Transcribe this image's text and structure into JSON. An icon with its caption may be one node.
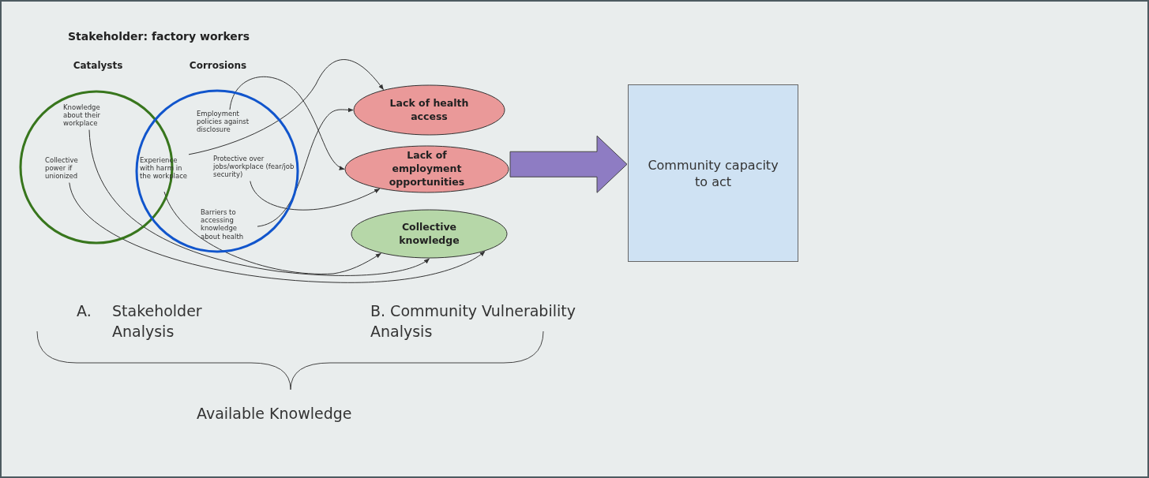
{
  "diagram": {
    "title": "Stakeholder: factory workers",
    "nodes": [
      {
        "text": [
          "Catalysts"
        ]
      },
      {
        "text": [
          "Corrosions"
        ]
      },
      {
        "text": [
          "Knowledge about their workplace"
        ],
        "in": 0
      },
      {
        "text": [
          "Collective power if unionized"
        ],
        "in": 0
      },
      {
        "text": [
          "Experience with harm in the workplace"
        ],
        "in": 1
      },
      {
        "text": [
          "Employment policies against disclosure"
        ],
        "in": 1
      },
      {
        "text": [
          "Protective over jobs/workplace (fear/job security)"
        ],
        "in": 1
      },
      {
        "text": [
          "Barriers to accessing knowledge about health"
        ],
        "in": 1
      },
      {
        "text": [
          "Lack of health access"
        ]
      },
      {
        "text": [
          "Lack of employment opportunities"
        ]
      },
      {
        "text": [
          "Collective knowledge"
        ]
      },
      {
        "text": [
          "Community capacity to act"
        ]
      }
    ],
    "edges": [
      {
        "from": 5,
        "to": 9,
        "arrow": "to"
      },
      {
        "from": 4,
        "to": 8,
        "arrow": "to"
      },
      {
        "from": 6,
        "to": 9,
        "arrow": "to"
      },
      {
        "from": 7,
        "to": 8,
        "arrow": "to"
      },
      {
        "from": 2,
        "to": 10,
        "arrow": "to"
      },
      {
        "from": 3,
        "to": 10,
        "arrow": "to"
      },
      {
        "from": 4,
        "to": 10,
        "arrow": "to"
      },
      {
        "from": 9,
        "to": 11,
        "arrow": "to",
        "style": "thick",
        "color": "#8e7cc3"
      }
    ],
    "labels": [
      "A.",
      "Stakeholder Analysis",
      "B. Community Vulnerability Analysis",
      "Available Knowledge"
    ]
  }
}
